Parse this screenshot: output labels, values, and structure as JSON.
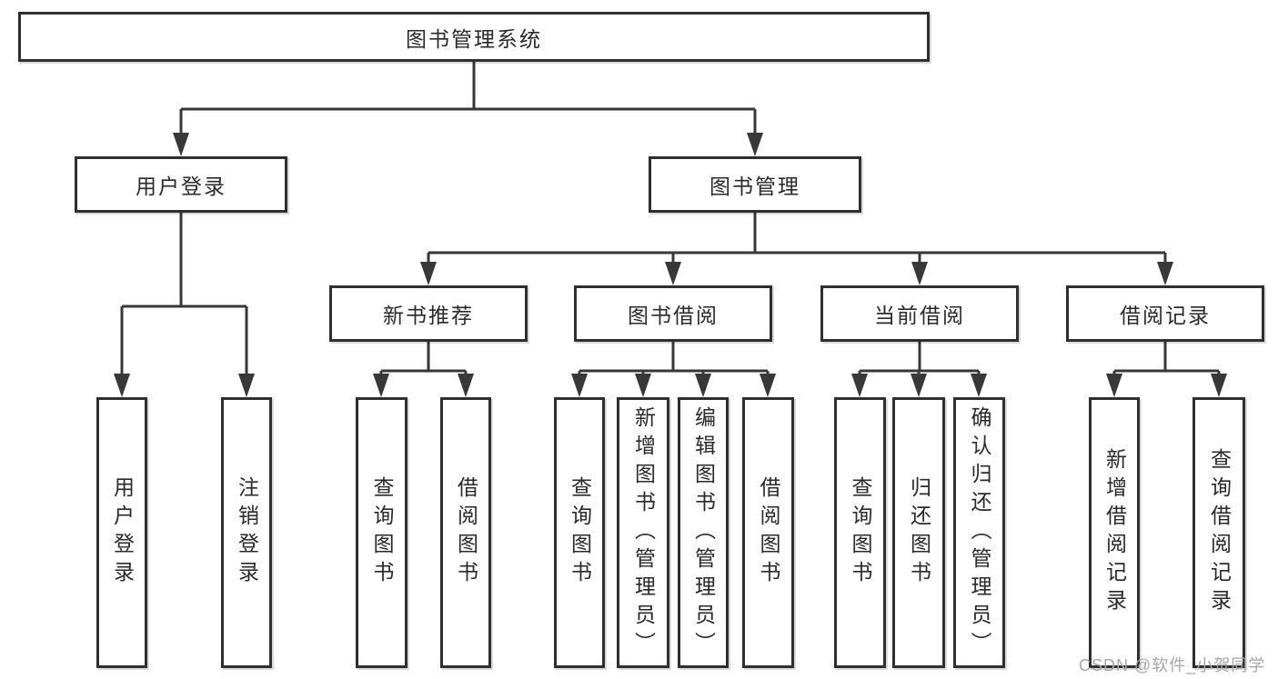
{
  "diagram": {
    "root": {
      "label": "图书管理系统"
    },
    "level2": {
      "user_login": {
        "label": "用户登录"
      },
      "book_management": {
        "label": "图书管理"
      }
    },
    "level3": {
      "new_book": {
        "label": "新书推荐"
      },
      "book_borrow": {
        "label": "图书借阅"
      },
      "current_borrow": {
        "label": "当前借阅"
      },
      "records": {
        "label": "借阅记录"
      }
    },
    "leaves": {
      "user_login": [
        "用户登录",
        "注销登录"
      ],
      "new_book": [
        "查询图书",
        "借阅图书"
      ],
      "book_borrow": [
        "查询图书",
        "新增图书（管理员）",
        "编辑图书（管理员）",
        "借阅图书"
      ],
      "current_borrow": [
        "查询图书",
        "归还图书",
        "确认归还（管理员）"
      ],
      "records": [
        "新增借阅记录",
        "查询借阅记录"
      ]
    }
  },
  "watermark": {
    "text": "CSDN @软件_小贺同学"
  },
  "colors": {
    "line": "#383838",
    "box_border": "#2f2f2f",
    "box_fill": "#ffffff",
    "text": "#2a2a2a",
    "watermark": "#a8a8a8",
    "background": "#ffffff"
  }
}
